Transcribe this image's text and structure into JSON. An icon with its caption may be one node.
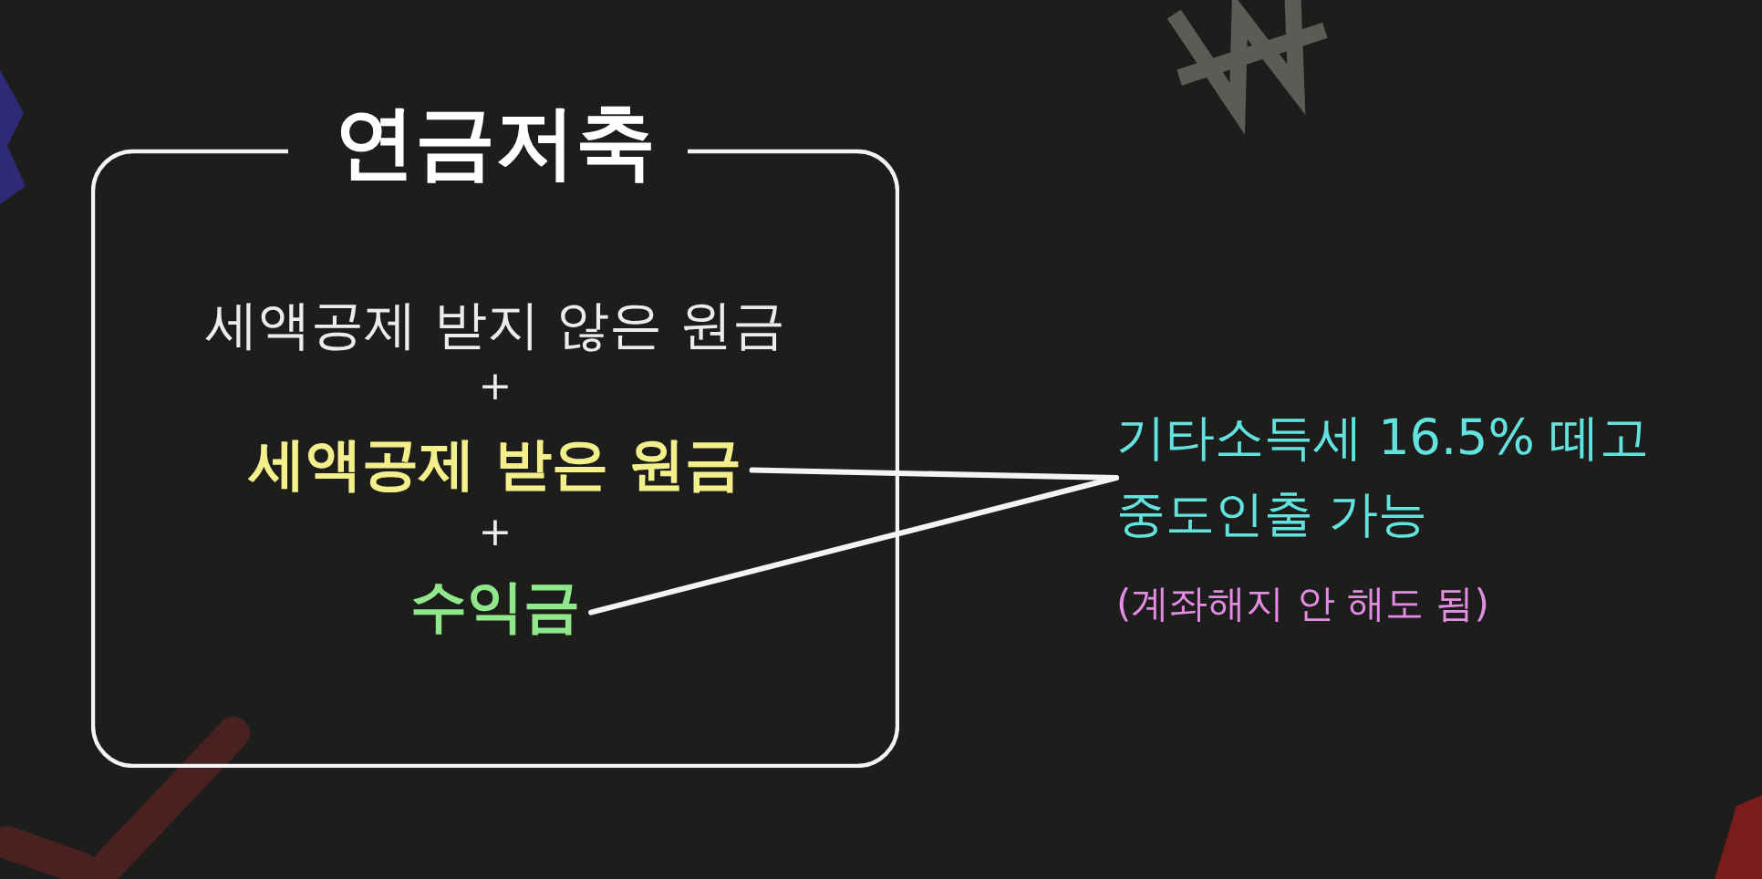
{
  "diagram": {
    "nodes": [
      {
        "text": [
          "연금저축",
          "세액공제 받지 않은 원금",
          "+",
          "+"
        ]
      },
      {
        "text": [
          "세액공제 받은 원금"
        ],
        "in": 0
      },
      {
        "text": [
          "수익금"
        ],
        "in": 0
      },
      {
        "text": [
          "기타소득세 16.5% 떼고 중도인출 가능",
          "(계좌해지 안 해도 됨)"
        ]
      }
    ],
    "edges": [
      {
        "from": 1,
        "to": 3,
        "arrow": "none"
      },
      {
        "from": 2,
        "to": 3,
        "arrow": "none"
      }
    ]
  }
}
